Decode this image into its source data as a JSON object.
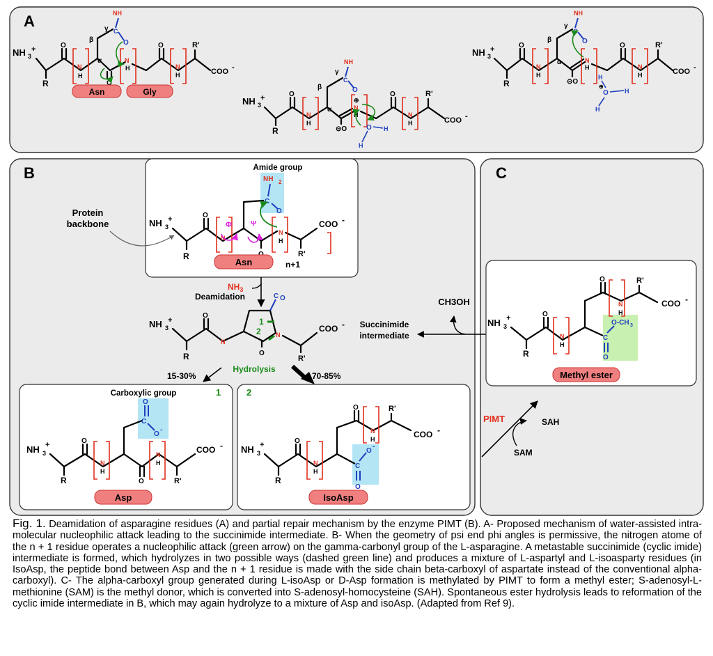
{
  "panels": {
    "a": "A",
    "b": "B",
    "c": "C"
  },
  "colors": {
    "panel_fill": "#ebebeb",
    "inner_fill": "#ffffff",
    "label_fill": "#f08080",
    "highlight_blue": "#b3e5f5",
    "highlight_green": "#c8f0b0",
    "red": "#e0301e",
    "blue": "#1f3fbf",
    "green": "#1a8a1a",
    "magenta": "#e020e0"
  },
  "atoms": {
    "nh3": "NH",
    "three": "3",
    "plus": "+",
    "minus": "-",
    "coo": "COO",
    "r": "R",
    "r_prime": "R'",
    "o": "O",
    "n": "N",
    "h": "H",
    "nh2": "NH",
    "two": "2",
    "c": "C",
    "alpha": "α",
    "beta": "β",
    "gamma": "γ",
    "phi": "Φ",
    "psi": "Ψ",
    "och3": "O-CH",
    "lone_pair": "..",
    "oxyanion": "⊝O",
    "plus_circle": "⊕",
    "one": "1",
    "two_num": "2"
  },
  "panel_a": {
    "labels": [
      "Asn",
      "Gly"
    ]
  },
  "panel_b": {
    "amide_group": "Amide group",
    "protein_backbone_1": "Protein",
    "protein_backbone_2": "backbone",
    "asn_label": "Asn",
    "n_plus_1": "n+1",
    "nh3_red": "NH",
    "deamidation": "Deamidation",
    "hydrolysis": "Hydrolysis",
    "pct_left": "15-30%",
    "pct_right": "70-85%",
    "succinimide_1": "Succinimide",
    "succinimide_2": "intermediate",
    "carboxylic_group": "Carboxylic group",
    "box1_num": "1",
    "box2_num": "2",
    "asp_label": "Asp",
    "isoasp_label": "IsoAsp"
  },
  "panel_c": {
    "ch3oh": "CH3OH",
    "methyl_ester": "Methyl ester",
    "pimt": "PIMT",
    "sah": "SAH",
    "sam": "SAM"
  },
  "caption": {
    "fig_label": "Fig. 1.",
    "text": "Deamidation of asparagine residues (A) and partial repair mechanism by the enzyme PIMT (B). A- Proposed mechanism of water-assisted intra-molecular nucleophilic attack leading to the succinimide intermediate. B- When the geometry of psi end phi angles is permissive, the nitrogen atome of the n + 1 residue operates a nucleophilic attack (green arrow) on the gamma-carbonyl group of the L-asparagine. A metastable succinimide (cyclic imide) intermediate is formed, which hydrolyzes in two possible ways (dashed green line) and produces a mixture of L-aspartyl and L-isoasparty residues (in IsoAsp, the peptide bond between Asp and the n + 1 residue is made with the side chain beta-carboxyl of aspartate instead of the conventional alpha-carboxyl). C- The alpha-carboxyl group generated during L-isoAsp or D-Asp formation is methylated by PIMT to form a methyl ester; S-adenosyl-L-methionine (SAM) is the methyl donor, which is converted into S-adenosyl-homocysteine (SAH). Spontaneous ester hydrolysis leads to reformation of the cyclic imide intermediate in B, which may again hydrolyze to a mixture of Asp and isoAsp. (Adapted from Ref 9)."
  }
}
